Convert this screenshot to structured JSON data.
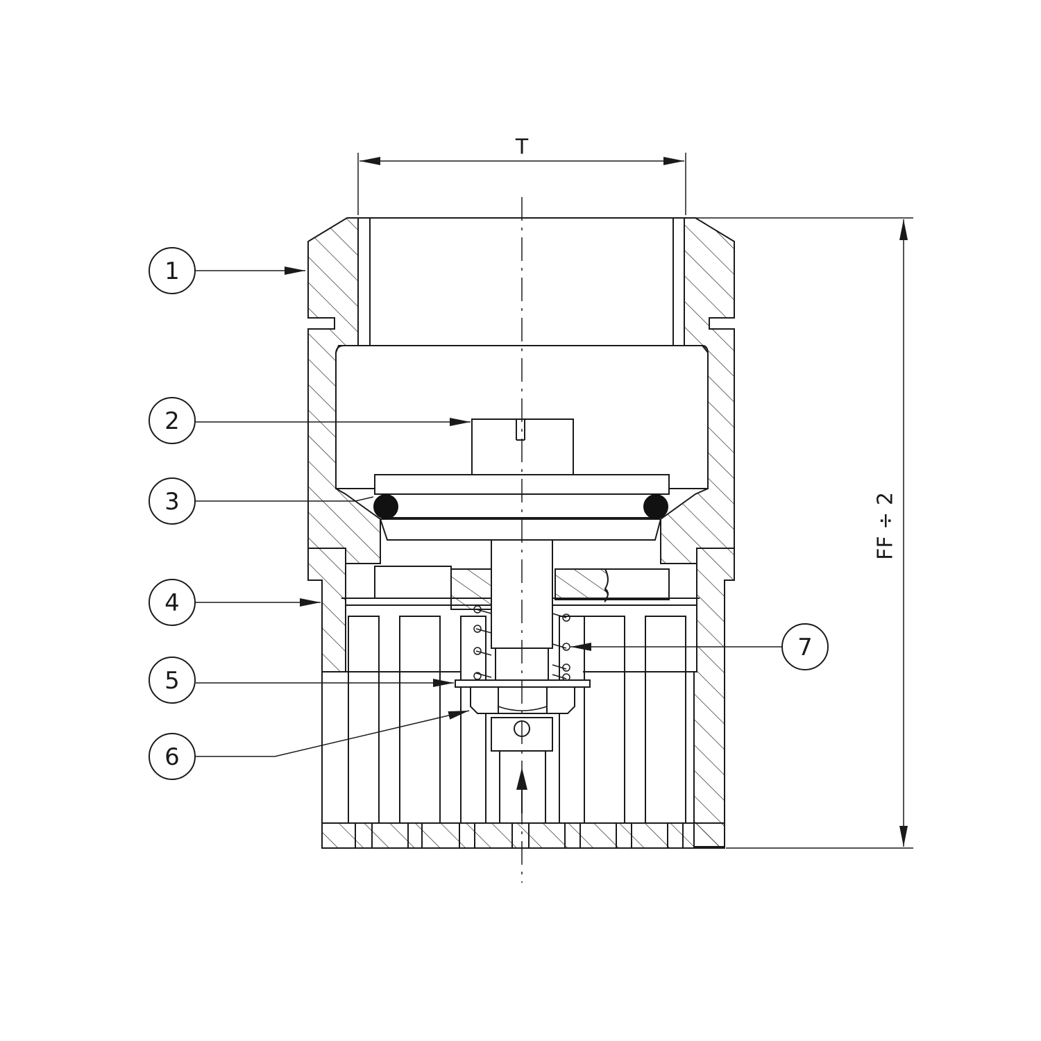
{
  "dimensions": {
    "width_label": "T",
    "height_label": "FF ÷ 2"
  },
  "callouts": [
    {
      "id": "1",
      "label": "1"
    },
    {
      "id": "2",
      "label": "2"
    },
    {
      "id": "3",
      "label": "3"
    },
    {
      "id": "4",
      "label": "4"
    },
    {
      "id": "5",
      "label": "5"
    },
    {
      "id": "6",
      "label": "6"
    },
    {
      "id": "7",
      "label": "7"
    }
  ],
  "colors": {
    "line": "#1a1a1a",
    "background": "#ffffff"
  }
}
